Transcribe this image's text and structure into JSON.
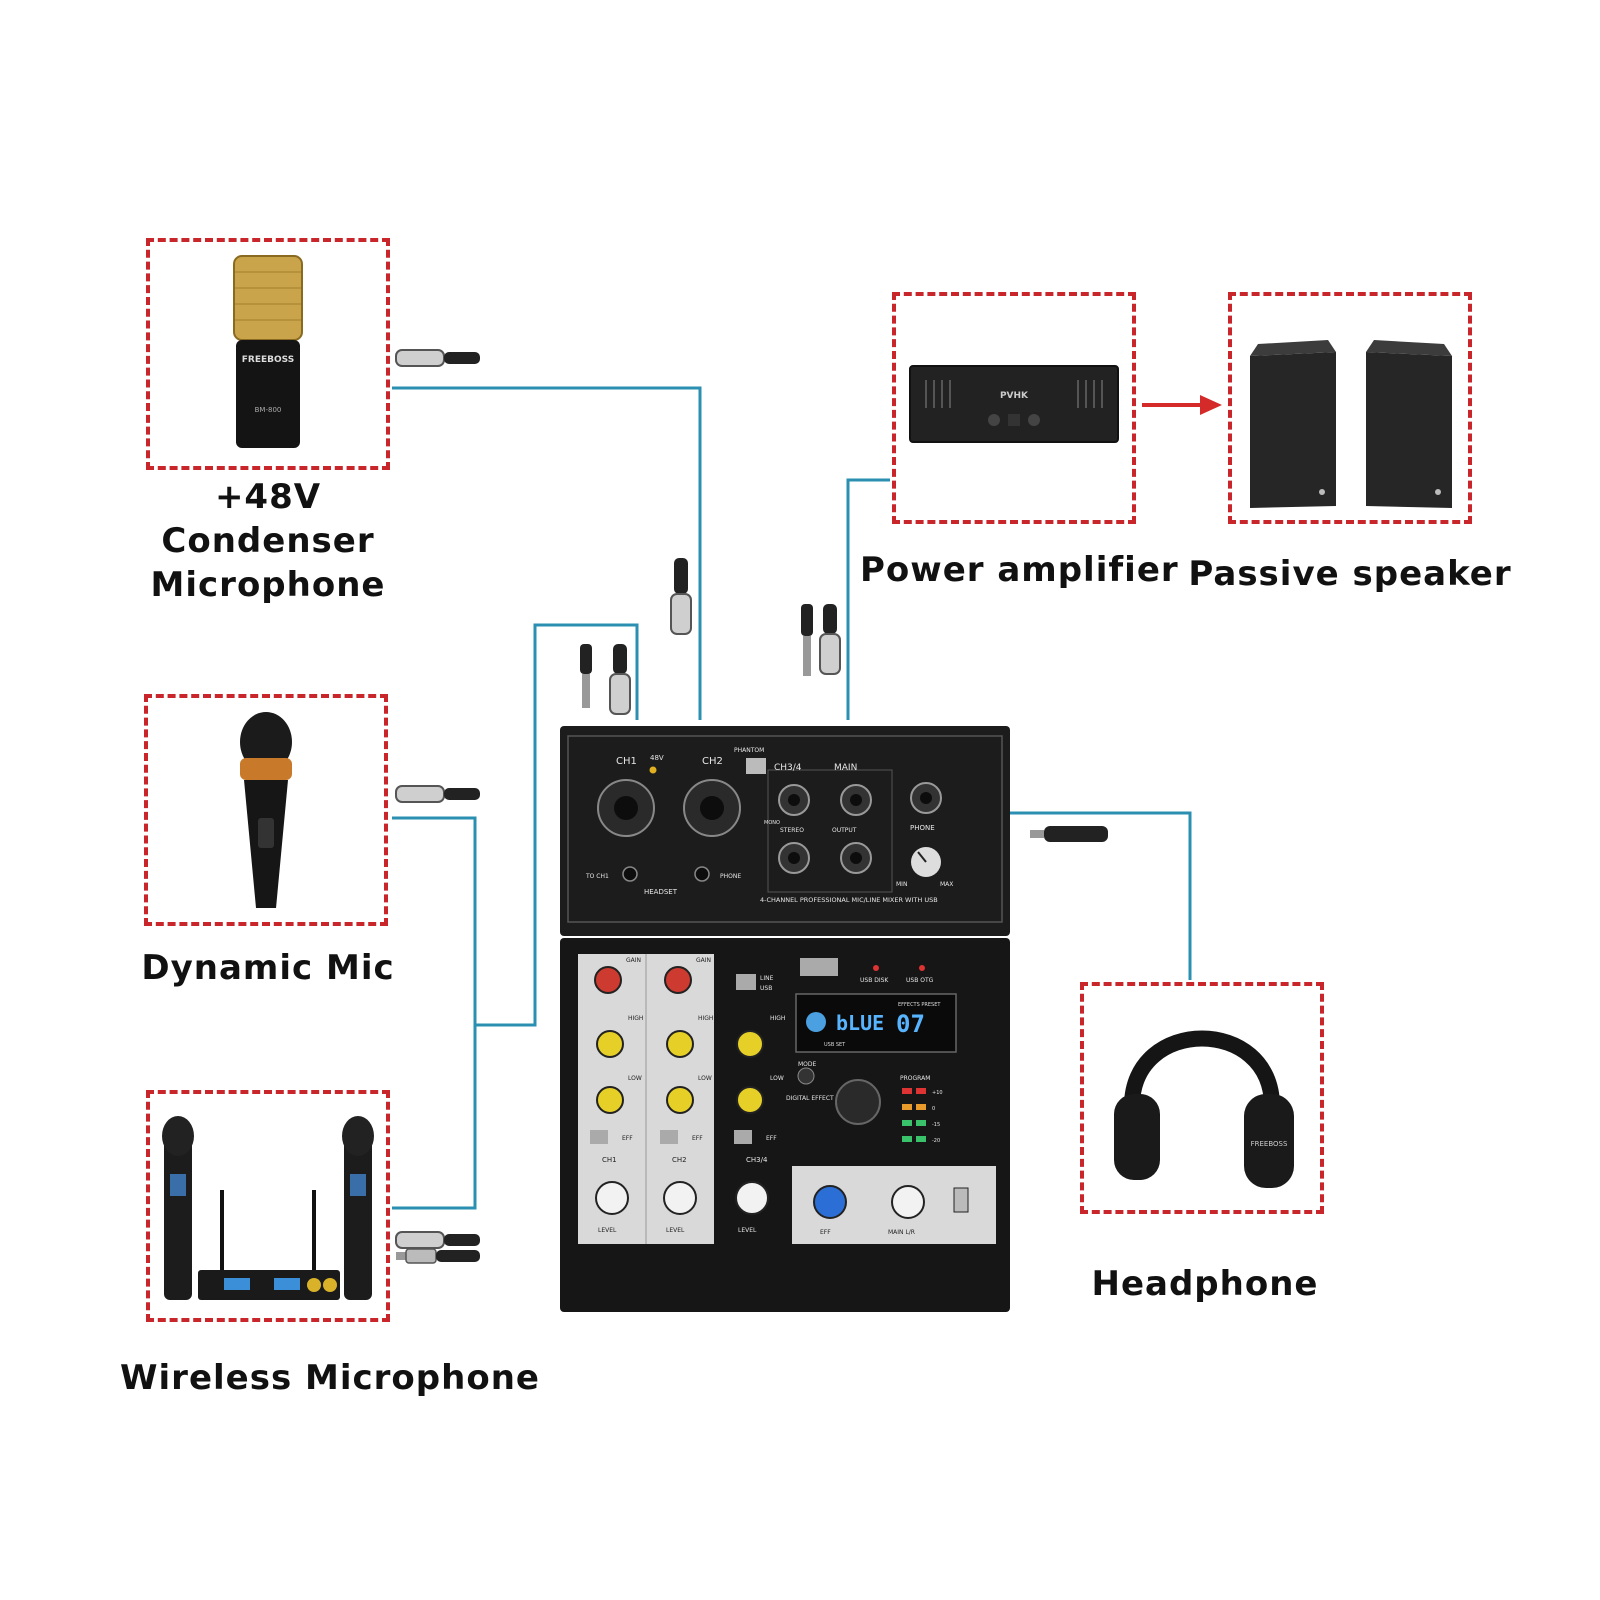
{
  "devices": {
    "condenser": {
      "label_lines": [
        "+48V",
        "Condenser",
        "Microphone"
      ],
      "brand": "FREEBOSS",
      "model": "BM-800"
    },
    "dynamic": {
      "label": "Dynamic Mic"
    },
    "wireless": {
      "label": "Wireless Microphone"
    },
    "amplifier": {
      "label": "Power amplifier",
      "brand": "PVHK"
    },
    "speaker": {
      "label": "Passive speaker"
    },
    "headphone": {
      "label": "Headphone",
      "brand": "FREEBOSS"
    }
  },
  "mixer": {
    "ch1": "CH1",
    "ch2": "CH2",
    "ch34": "CH3/4",
    "main": "MAIN",
    "v48": "48V",
    "phantom": "PHANTOM",
    "phone": "PHONE",
    "min": "MIN",
    "max": "MAX",
    "to_ch1": "TO CH1",
    "headset": "HEADSET",
    "stereo": "STEREO",
    "output": "OUTPUT",
    "mono": "MONO",
    "subtitle": "4-CHANNEL PROFESSIONAL MIC/LINE MIXER WITH USB",
    "gain": "GAIN",
    "high": "HIGH",
    "low": "LOW",
    "eff": "EFF",
    "level": "LEVEL",
    "line": "LINE",
    "usb": "USB",
    "usb_disk": "USB DISK",
    "usb_otg": "USB OTG",
    "display_text": "bLUE",
    "display_num": "07",
    "usb_set": "USB SET",
    "effects_preset": "EFFECTS PRESET",
    "mode": "MODE",
    "digital_effect": "DIGITAL EFFECT",
    "program": "PROGRAM",
    "main_lr": "MAIN L/R",
    "meter": [
      "+10",
      "0",
      "-15",
      "-20"
    ]
  },
  "colors": {
    "dashed_border": "#c8262b",
    "wire": "#2a8fb0",
    "arrow": "#d42a2a"
  }
}
